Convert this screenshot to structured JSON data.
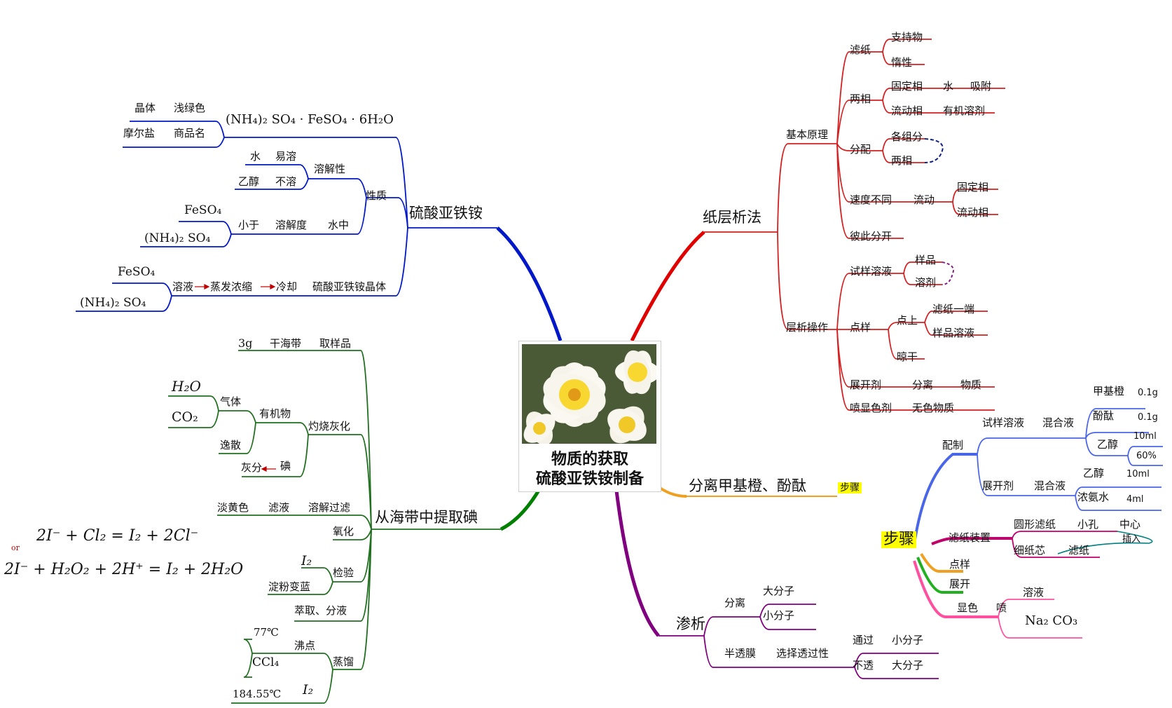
{
  "center": {
    "line1": "物质的获取",
    "line2": "硫酸亚铁铵制备"
  },
  "nodes": {
    "paper": "纸层析法",
    "principle": "基本原理",
    "filter_paper": "滤纸",
    "support": "支持物",
    "inert": "惰性",
    "two_phase": "两相",
    "stationary_phase": "固定相",
    "water": "水",
    "adsorb": "吸附",
    "mobile_phase": "流动相",
    "organic_solvent": "有机溶剂",
    "distribution": "分配",
    "each_component": "各组分",
    "two_phase_2": "两相",
    "speed_diff": "速度不同",
    "flow": "流动",
    "stationary_phase_2": "固定相",
    "mobile_phase_2": "流动相",
    "separate_each": "彼此分开",
    "operation": "层析操作",
    "sample_solution": "试样溶液",
    "sample": "样品",
    "solvent": "溶剂",
    "spotting": "点样",
    "spot_on": "点上",
    "paper_end": "滤纸一端",
    "sample_solution_2": "样品溶液",
    "dry": "晾干",
    "developer": "展开剂",
    "separation": "分离",
    "substance": "物质",
    "spray_color": "喷显色剂",
    "colorless_substance": "无色物质",
    "methyl": "分离甲基橙、酚酞",
    "steps_small": "步骤",
    "steps": "步骤",
    "prepare": "配制",
    "test_solution": "试样溶液",
    "mixture1": "混合液",
    "methyl_orange": "甲基橙",
    "v1": "0.1g",
    "phenolphthalein": "酚酞",
    "v2": "0.1g",
    "ethanol": "乙醇",
    "v3": "10ml",
    "v4": "60%",
    "developer2": "展开剂",
    "mixture2": "混合液",
    "ethanol2": "乙醇",
    "v5": "10ml",
    "ammonia": "浓氨水",
    "v6": "4ml",
    "paper_device": "滤纸装置",
    "round_paper": "圆形滤纸",
    "small_hole": "小孔",
    "center_node": "中心",
    "insert": "插入",
    "paper_core": "细纸芯",
    "filter_paper2": "滤纸",
    "spotting2": "点样",
    "develop": "展开",
    "color_dev": "显色",
    "spray": "喷",
    "solution": "溶液",
    "na2co3": "Na₂ CO₃",
    "dialysis": "渗析",
    "sep": "分离",
    "macro": "大分子",
    "micro": "小分子",
    "semipermeable": "半透膜",
    "selective": "选择透过性",
    "pass": "通过",
    "micro2": "小分子",
    "not_pass": "不透",
    "macro2": "大分子",
    "fas": "硫酸亚铁铵",
    "formula": "(NH₄)₂ SO₄ · FeSO₄ · 6H₂O",
    "crystal": "晶体",
    "light_green": "浅绿色",
    "mohr": "摩尔盐",
    "trade_name": "商品名",
    "property": "性质",
    "solubility": "溶解性",
    "water2": "水",
    "easy_soluble": "易溶",
    "ethanol3": "乙醇",
    "insoluble": "不溶",
    "in_water": "水中",
    "solubility_deg": "溶解度",
    "less_than": "小于",
    "feso4_a": "FeSO₄",
    "nh4so4_a": "(NH₄)₂ SO₄",
    "soln": "溶液",
    "evap": "蒸发浓缩",
    "cool": "冷却",
    "fas_crystal": "硫酸亚铁铵晶体",
    "feso4_b": "FeSO₄",
    "nh4so4_b": "(NH₄)₂ SO₄",
    "iodine": "从海带中提取碘",
    "take_sample": "取样品",
    "dry_kelp": "干海带",
    "g3": "3g",
    "burn": "灼烧灰化",
    "organic": "有机物",
    "gas": "气体",
    "h2o": "H₂O",
    "co2": "CO₂",
    "escape": "逸散",
    "iodine_el": "碘",
    "ash": "灰分",
    "dissolve_filter": "溶解过滤",
    "filtrate": "滤液",
    "light_yellow": "淡黄色",
    "oxidize": "氧化",
    "eq1": "2I⁻ + Cl₂ = I₂ + 2Cl⁻",
    "or": "or",
    "eq2": "2I⁻ + H₂O₂ + 2H⁺ = I₂ + 2H₂O",
    "test": "检验",
    "i2": "I₂",
    "starch_blue": "淀粉变蓝",
    "extract": "萃取、分液",
    "distill": "蒸馏",
    "boiling": "沸点",
    "t77": "77℃",
    "ccl4": "CCl₄",
    "i2b": "I₂",
    "t184": "184.55℃"
  },
  "colors": {
    "red": "#e00000",
    "blue": "#0018c8",
    "green": "#008000",
    "orange": "#f0a020",
    "purple": "#800080",
    "steps_blue": "#4a66e8",
    "magenta": "#c0006a",
    "pink": "#ff50a0",
    "highlight": "#ffff00"
  }
}
